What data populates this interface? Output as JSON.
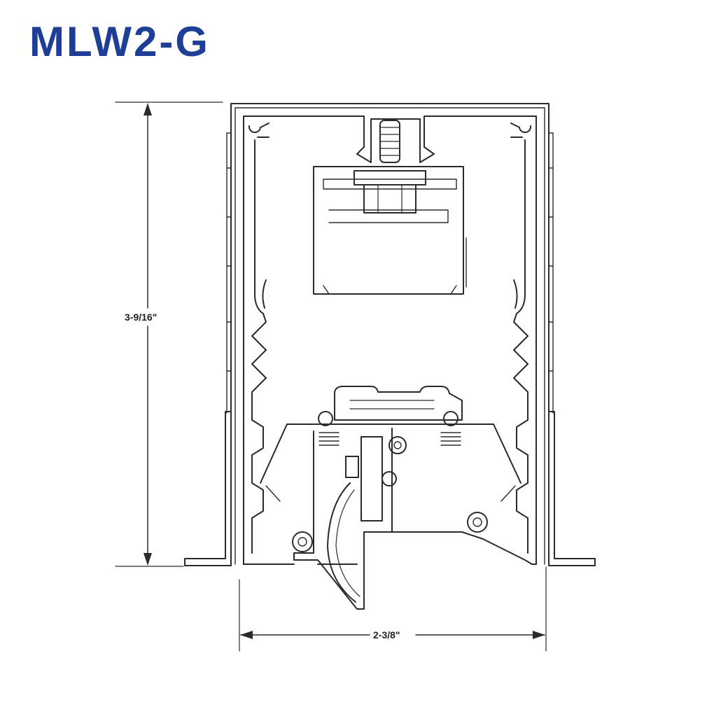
{
  "title": "MLW2-G",
  "dimensions": {
    "height": "3-9/16\"",
    "width": "2-3/8\""
  },
  "colors": {
    "title": "#1f3f97",
    "line": "#2a2a2a"
  },
  "icons": {
    "arrow_up": "arrowhead-up",
    "arrow_down": "arrowhead-down",
    "arrow_left": "arrowhead-left",
    "arrow_right": "arrowhead-right"
  }
}
